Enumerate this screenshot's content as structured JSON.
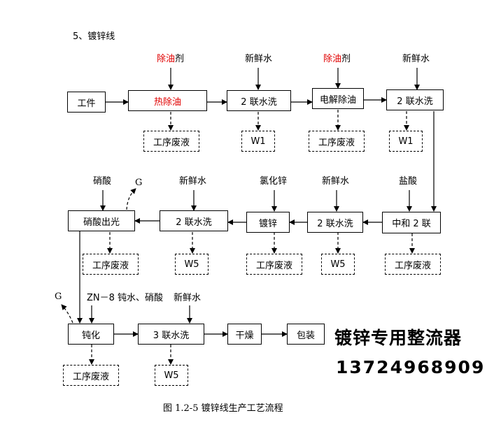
{
  "section_title": "5、镀锌线",
  "row1": {
    "inputs": [
      "除油剂",
      "新鲜水",
      "除油剂",
      "新鲜水"
    ],
    "input_red_part": "除油",
    "input_black_part": "剂",
    "workpiece": "工件",
    "steps": [
      "热除油",
      "2 联水洗",
      "电解除油",
      "2 联水洗"
    ],
    "wastes": [
      "工序废液",
      "W1",
      "工序废液",
      "W1"
    ]
  },
  "row2": {
    "inputs": [
      "硝酸",
      "新鲜水",
      "氯化锌",
      "新鲜水",
      "盐酸"
    ],
    "gas": "G",
    "steps": [
      "硝酸出光",
      "2 联水洗",
      "镀锌",
      "2 联水洗",
      "中和 2 联"
    ],
    "wastes": [
      "工序废液",
      "W5",
      "工序废液",
      "W5",
      "工序废液"
    ]
  },
  "row3": {
    "gas": "G",
    "inputs": [
      "ZN－8 钝水、硝酸",
      "新鲜水"
    ],
    "steps": [
      "钝化",
      "3 联水洗",
      "干燥",
      "包装"
    ],
    "wastes": [
      "工序废液",
      "W5"
    ]
  },
  "promo": {
    "title": "镀锌专用整流器",
    "phone": "13724968909"
  },
  "caption": "图  1.2-5    镀锌线生产工艺流程"
}
